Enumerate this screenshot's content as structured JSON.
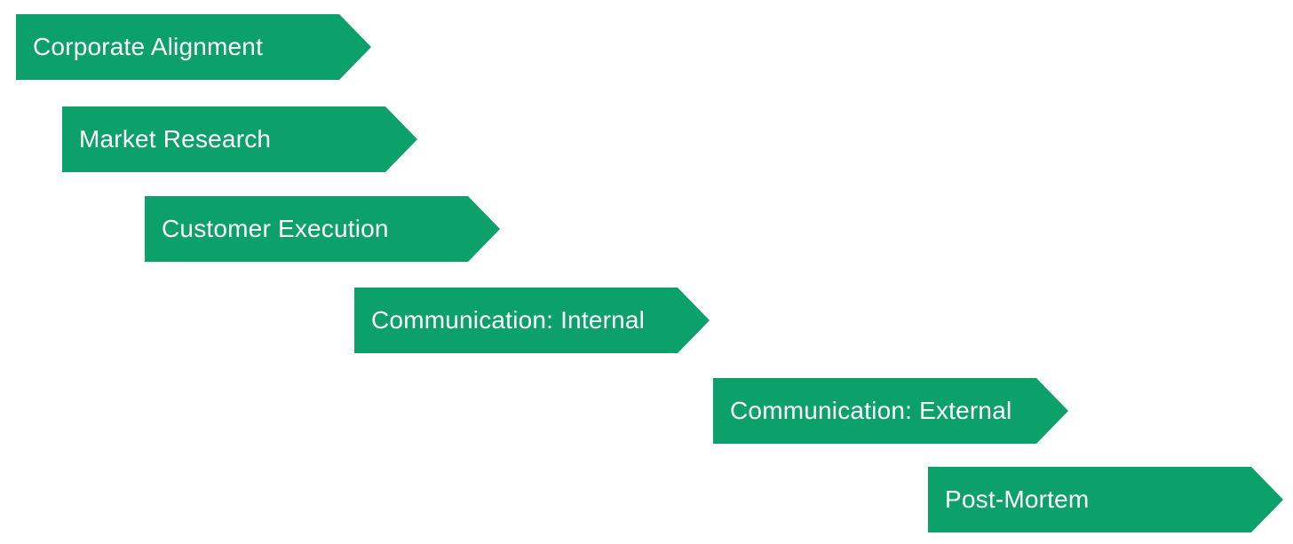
{
  "diagram": {
    "type": "process-flow",
    "accent_color": "#0ca06a",
    "label_color": "#ffffff",
    "steps": [
      {
        "label": "Corporate Alignment"
      },
      {
        "label": "Market Research"
      },
      {
        "label": "Customer Execution"
      },
      {
        "label": "Communication: Internal"
      },
      {
        "label": "Communication: External"
      },
      {
        "label": "Post-Mortem"
      }
    ]
  }
}
